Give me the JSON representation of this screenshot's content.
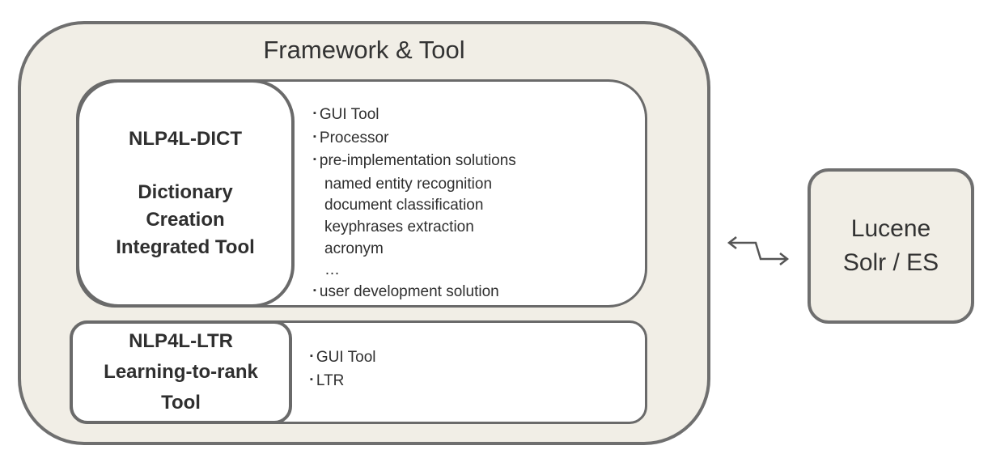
{
  "framework": {
    "title": "Framework & Tool",
    "dict": {
      "name": "NLP4L-DICT",
      "desc": [
        "Dictionary",
        "Creation",
        "Integrated Tool"
      ],
      "items": [
        {
          "text": "GUI Tool",
          "bullet": true
        },
        {
          "text": "Processor",
          "bullet": true
        },
        {
          "text": "pre-implementation solutions",
          "bullet": true
        },
        {
          "text": "named entity recognition",
          "bullet": false
        },
        {
          "text": "document classification",
          "bullet": false
        },
        {
          "text": "keyphrases extraction",
          "bullet": false
        },
        {
          "text": "acronym",
          "bullet": false
        },
        {
          "text": "…",
          "bullet": false
        },
        {
          "text": "user development solution",
          "bullet": true
        }
      ]
    },
    "ltr": {
      "name": "NLP4L-LTR",
      "desc": [
        "Learning-to-rank",
        "Tool"
      ],
      "items": [
        {
          "text": "GUI Tool",
          "bullet": true
        },
        {
          "text": "LTR",
          "bullet": true
        }
      ]
    }
  },
  "lucene": {
    "lines": [
      "Lucene",
      "Solr / ES"
    ]
  }
}
